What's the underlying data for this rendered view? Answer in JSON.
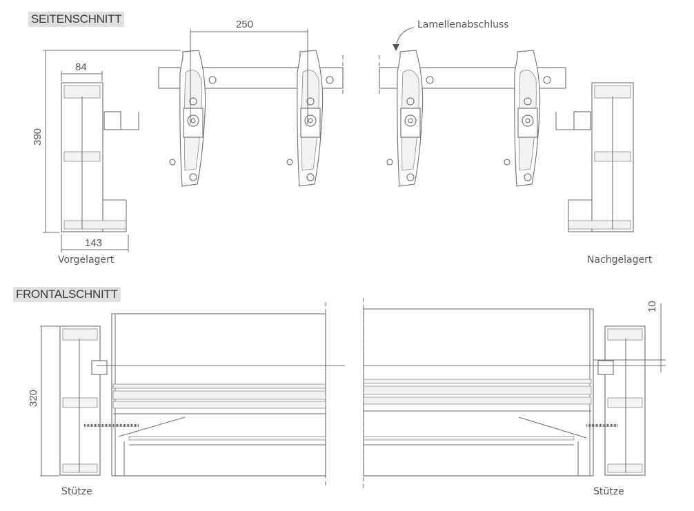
{
  "side_section": {
    "title": "SEITENSCHNITT",
    "dim_spacing": "250",
    "dim_width_top": "84",
    "dim_height": "390",
    "dim_width_bottom": "143",
    "label_left": "Vorgelagert",
    "label_right": "Nachgelagert",
    "annotation": "Lamellenabschluss"
  },
  "front_section": {
    "title": "FRONTALSCHNITT",
    "dim_height": "320",
    "dim_offset": "10",
    "label_left": "Stütze",
    "label_right": "Stütze"
  }
}
